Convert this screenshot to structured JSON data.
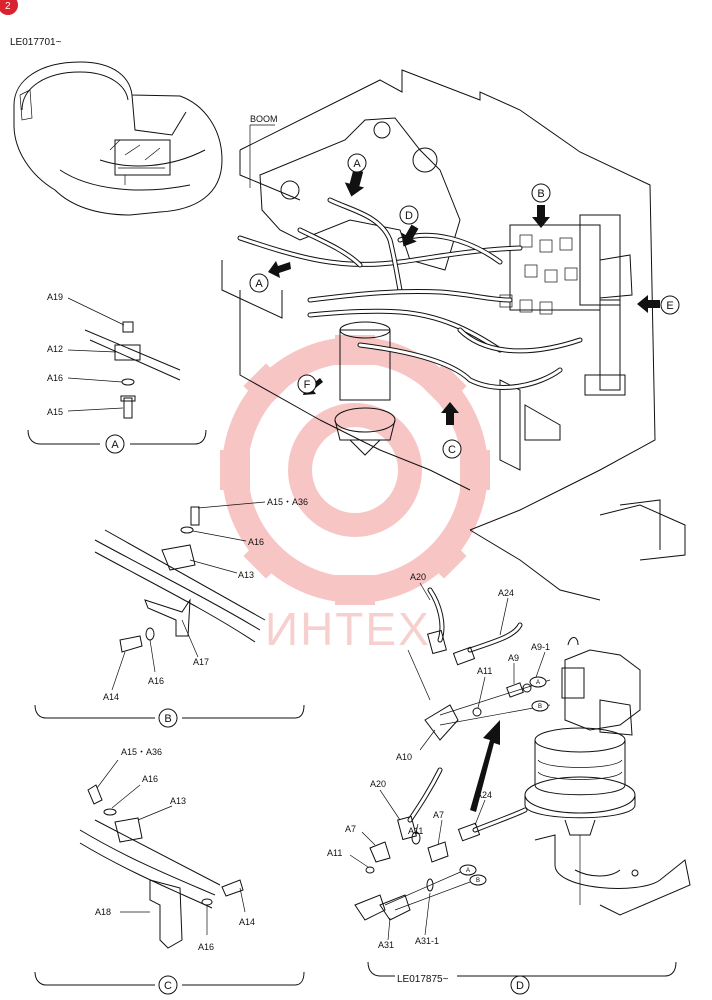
{
  "header": {
    "page_marker": "2",
    "serial_top": "LE017701~",
    "serial_bottom": "LE017875~"
  },
  "watermark": {
    "text": "ИНТЕХ",
    "color": "#f08080"
  },
  "main_view": {
    "boom_label": "BOOM",
    "callouts": [
      "A",
      "A",
      "B",
      "C",
      "D",
      "E",
      "F"
    ]
  },
  "detail_a": {
    "title": "A",
    "parts": [
      "A19",
      "A12",
      "A16",
      "A15"
    ]
  },
  "detail_b": {
    "title": "B",
    "parts": [
      "A15・A36",
      "A16",
      "A13",
      "A17",
      "A14",
      "A16"
    ]
  },
  "detail_c": {
    "title": "C",
    "parts": [
      "A15・A36",
      "A16",
      "A13",
      "A18",
      "A14",
      "A16"
    ]
  },
  "detail_d": {
    "title": "D",
    "parts": [
      "A20",
      "A24",
      "A9-1",
      "A11",
      "A9",
      "A10",
      "A20",
      "A24",
      "A7",
      "A11",
      "A7",
      "A11",
      "A31",
      "A31-1"
    ],
    "port_markers": [
      "A",
      "B",
      "A",
      "B"
    ]
  }
}
